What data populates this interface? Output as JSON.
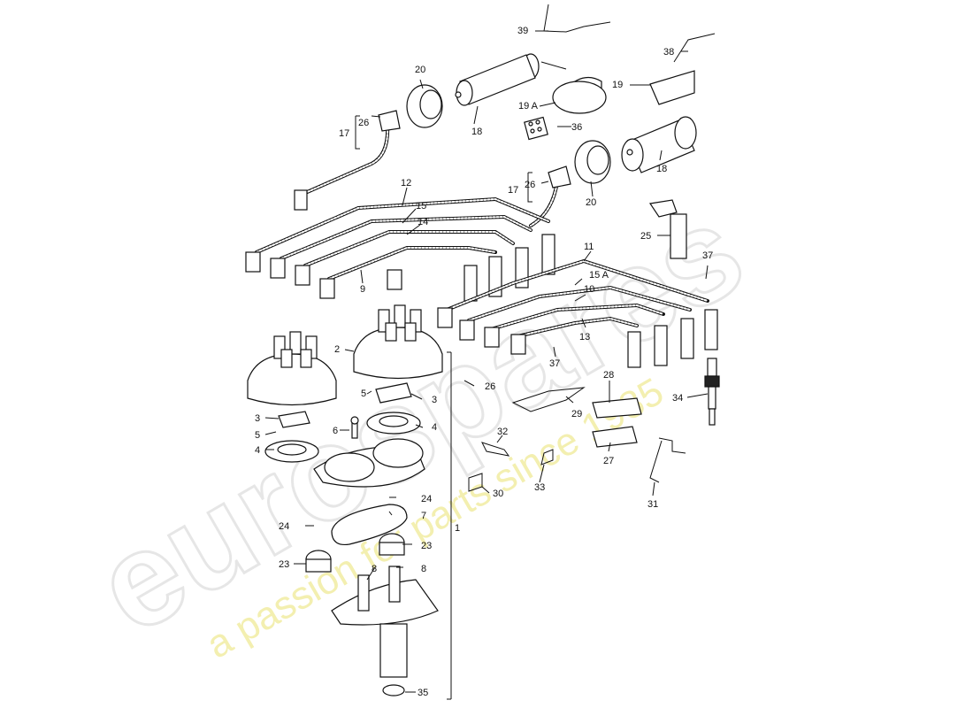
{
  "watermark": {
    "brand": "eurospares",
    "tagline": "a passion for parts since 1985"
  },
  "callouts": [
    {
      "id": "c1",
      "text": "1"
    },
    {
      "id": "c2",
      "text": "2"
    },
    {
      "id": "c3a",
      "text": "3"
    },
    {
      "id": "c3b",
      "text": "3"
    },
    {
      "id": "c4a",
      "text": "4"
    },
    {
      "id": "c4b",
      "text": "4"
    },
    {
      "id": "c5a",
      "text": "5"
    },
    {
      "id": "c5b",
      "text": "5"
    },
    {
      "id": "c6",
      "text": "6"
    },
    {
      "id": "c7",
      "text": "7"
    },
    {
      "id": "c8a",
      "text": "8"
    },
    {
      "id": "c8b",
      "text": "8"
    },
    {
      "id": "c9",
      "text": "9"
    },
    {
      "id": "c10",
      "text": "10"
    },
    {
      "id": "c11",
      "text": "11"
    },
    {
      "id": "c12",
      "text": "12"
    },
    {
      "id": "c13",
      "text": "13"
    },
    {
      "id": "c14",
      "text": "14"
    },
    {
      "id": "c15",
      "text": "15"
    },
    {
      "id": "c15a",
      "text": "15 A"
    },
    {
      "id": "c17a",
      "text": "17"
    },
    {
      "id": "c17b",
      "text": "17"
    },
    {
      "id": "c18a",
      "text": "18"
    },
    {
      "id": "c18b",
      "text": "18"
    },
    {
      "id": "c19",
      "text": "19"
    },
    {
      "id": "c19a",
      "text": "19 A"
    },
    {
      "id": "c20a",
      "text": "20"
    },
    {
      "id": "c20b",
      "text": "20"
    },
    {
      "id": "c23a",
      "text": "23"
    },
    {
      "id": "c23b",
      "text": "23"
    },
    {
      "id": "c24a",
      "text": "24"
    },
    {
      "id": "c24b",
      "text": "24"
    },
    {
      "id": "c25",
      "text": "25"
    },
    {
      "id": "c26a",
      "text": "26"
    },
    {
      "id": "c26b",
      "text": "26"
    },
    {
      "id": "c26c",
      "text": "26"
    },
    {
      "id": "c27",
      "text": "27"
    },
    {
      "id": "c28",
      "text": "28"
    },
    {
      "id": "c29",
      "text": "29"
    },
    {
      "id": "c30",
      "text": "30"
    },
    {
      "id": "c31",
      "text": "31"
    },
    {
      "id": "c32",
      "text": "32"
    },
    {
      "id": "c33",
      "text": "33"
    },
    {
      "id": "c34",
      "text": "34"
    },
    {
      "id": "c35",
      "text": "35"
    },
    {
      "id": "c36",
      "text": "36"
    },
    {
      "id": "c37a",
      "text": "37"
    },
    {
      "id": "c37b",
      "text": "37"
    },
    {
      "id": "c38",
      "text": "38"
    },
    {
      "id": "c39",
      "text": "39"
    }
  ]
}
